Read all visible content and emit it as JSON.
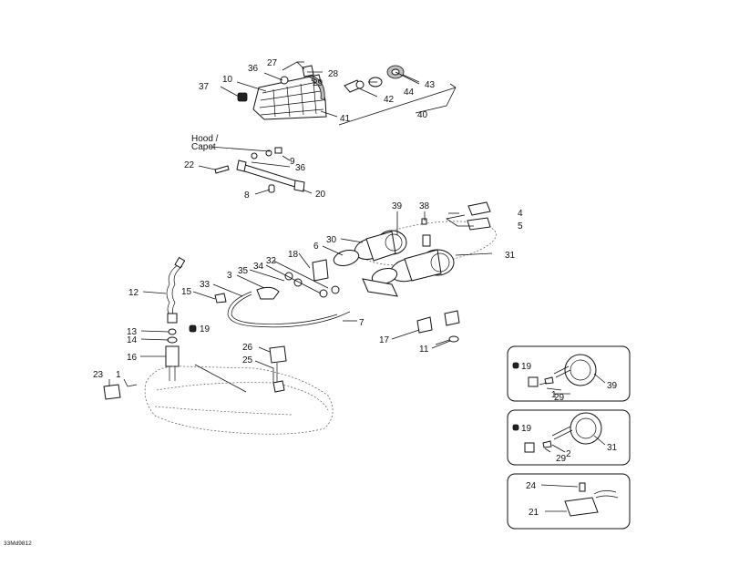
{
  "diagram_code": "33Md9812",
  "hood_label": [
    "Hood /",
    "Capot"
  ],
  "callouts": {
    "c1": "1",
    "c2": "2",
    "c3": "3",
    "c4": "4",
    "c5": "5",
    "c6": "6",
    "c7": "7",
    "c8": "8",
    "c9": "9",
    "c10": "10",
    "c11": "11",
    "c12": "12",
    "c13": "13",
    "c14": "14",
    "c15": "15",
    "c16": "16",
    "c17": "17",
    "c18": "18",
    "c19": "19",
    "c20": "20",
    "c21": "21",
    "c22": "22",
    "c23": "23",
    "c24": "24",
    "c25": "25",
    "c26": "26",
    "c27": "27",
    "c28": "28",
    "c29": "29",
    "c30": "30",
    "c31": "31",
    "c32": "32",
    "c33": "33",
    "c34": "34",
    "c35": "35",
    "c36": "36",
    "c37": "37",
    "c38": "38",
    "c39": "39",
    "c40": "40",
    "c41": "41",
    "c42": "42",
    "c43": "43",
    "c44": "44"
  }
}
